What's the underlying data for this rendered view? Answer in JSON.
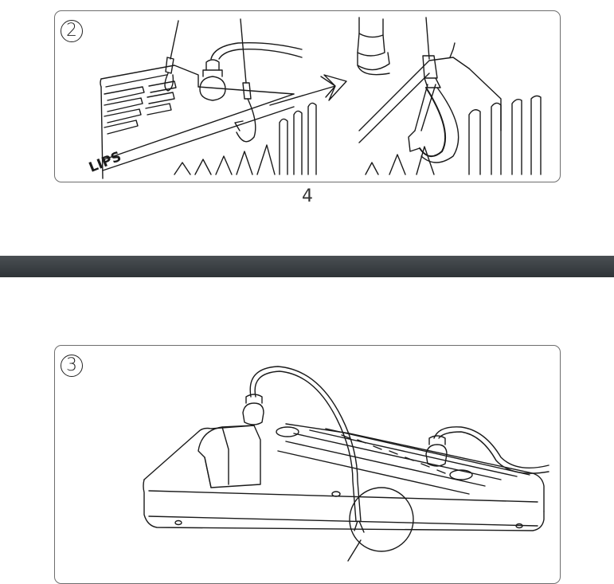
{
  "page": {
    "number": "4"
  },
  "steps": [
    {
      "number": "2",
      "icon": "hook-hanging-wire-illustration",
      "brand_fragment": "LIPS"
    },
    {
      "number": "3",
      "icon": "luminaire-cable-illustration"
    }
  ],
  "colors": {
    "section_bar": "#3a3f42",
    "line": "#1a1a1a",
    "panel_border": "#6d6d6d"
  }
}
